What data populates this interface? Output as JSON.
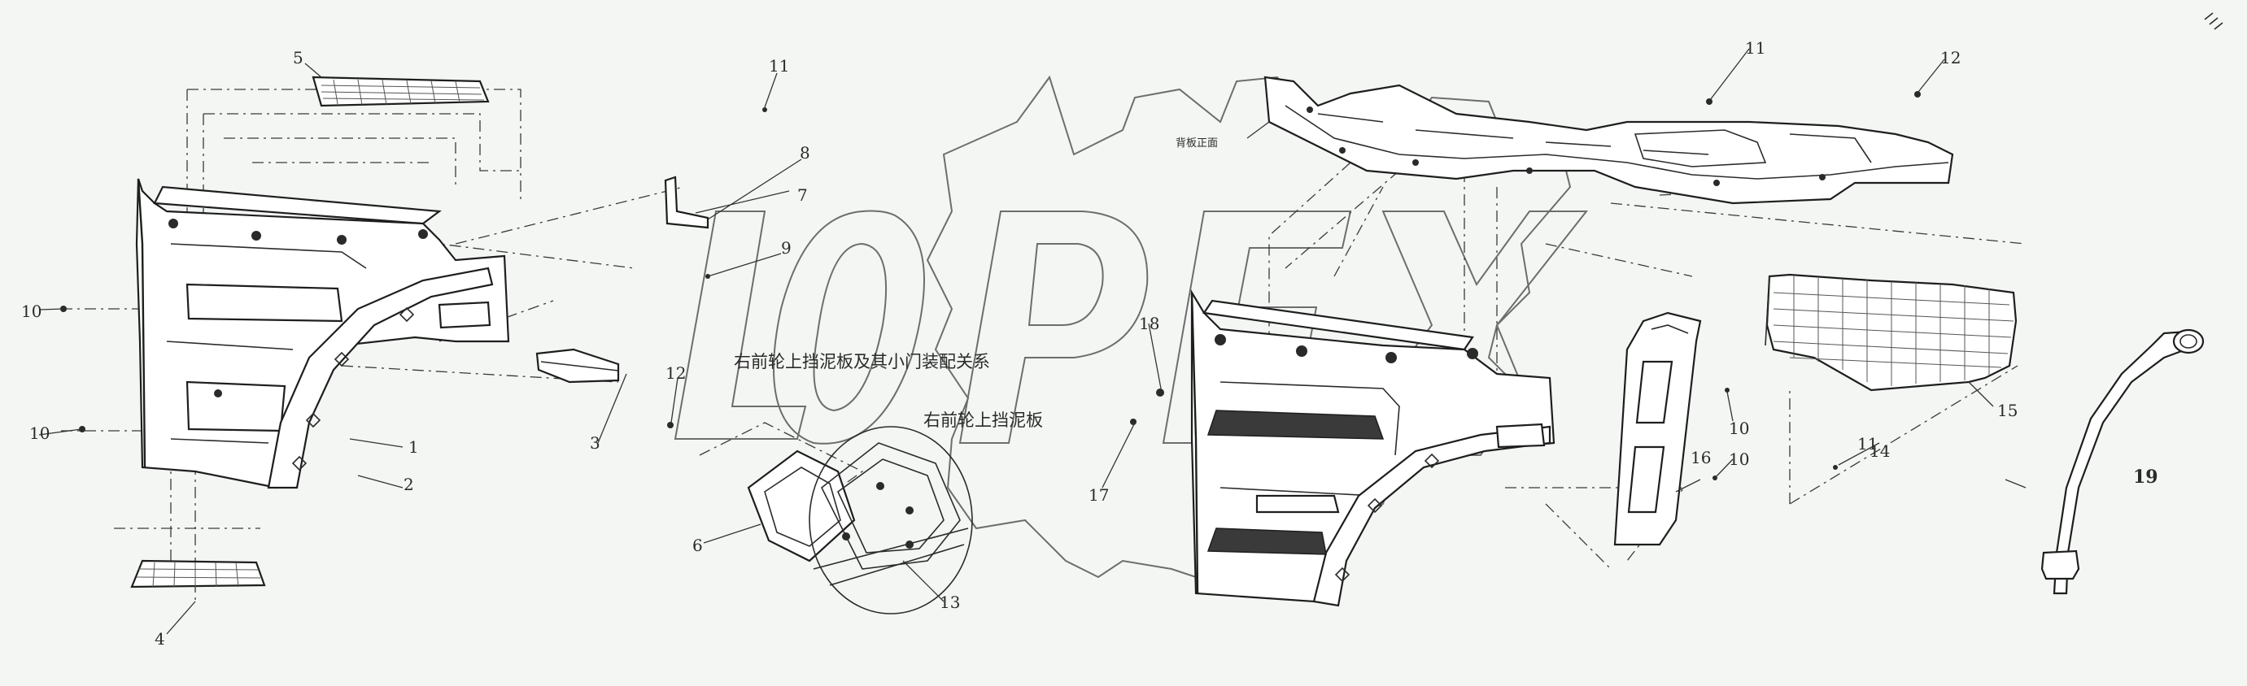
{
  "watermark": "LOPEX",
  "notes": {
    "assembly_relation": "右前轮上挡泥板及其小门装配关系",
    "mudguard": "右前轮上挡泥板",
    "small_label": "背板正面"
  },
  "callouts": [
    {
      "id": "c5",
      "text": "5"
    },
    {
      "id": "c10a",
      "text": "10"
    },
    {
      "id": "c10b",
      "text": "10"
    },
    {
      "id": "c1",
      "text": "1"
    },
    {
      "id": "c2",
      "text": "2"
    },
    {
      "id": "c4",
      "text": "4"
    },
    {
      "id": "c3",
      "text": "3"
    },
    {
      "id": "c11a",
      "text": "11"
    },
    {
      "id": "c8",
      "text": "8"
    },
    {
      "id": "c7",
      "text": "7"
    },
    {
      "id": "c9",
      "text": "9"
    },
    {
      "id": "c12a",
      "text": "12"
    },
    {
      "id": "c6",
      "text": "6"
    },
    {
      "id": "c13",
      "text": "13"
    },
    {
      "id": "c18",
      "text": "18"
    },
    {
      "id": "c17",
      "text": "17"
    },
    {
      "id": "c11b",
      "text": "11"
    },
    {
      "id": "c12b",
      "text": "12"
    },
    {
      "id": "c10c",
      "text": "10"
    },
    {
      "id": "c10d",
      "text": "10"
    },
    {
      "id": "c16",
      "text": "16"
    },
    {
      "id": "c15",
      "text": "15"
    },
    {
      "id": "c14",
      "text": "14"
    },
    {
      "id": "c11c",
      "text": "11"
    },
    {
      "id": "c19",
      "text": "19"
    }
  ]
}
